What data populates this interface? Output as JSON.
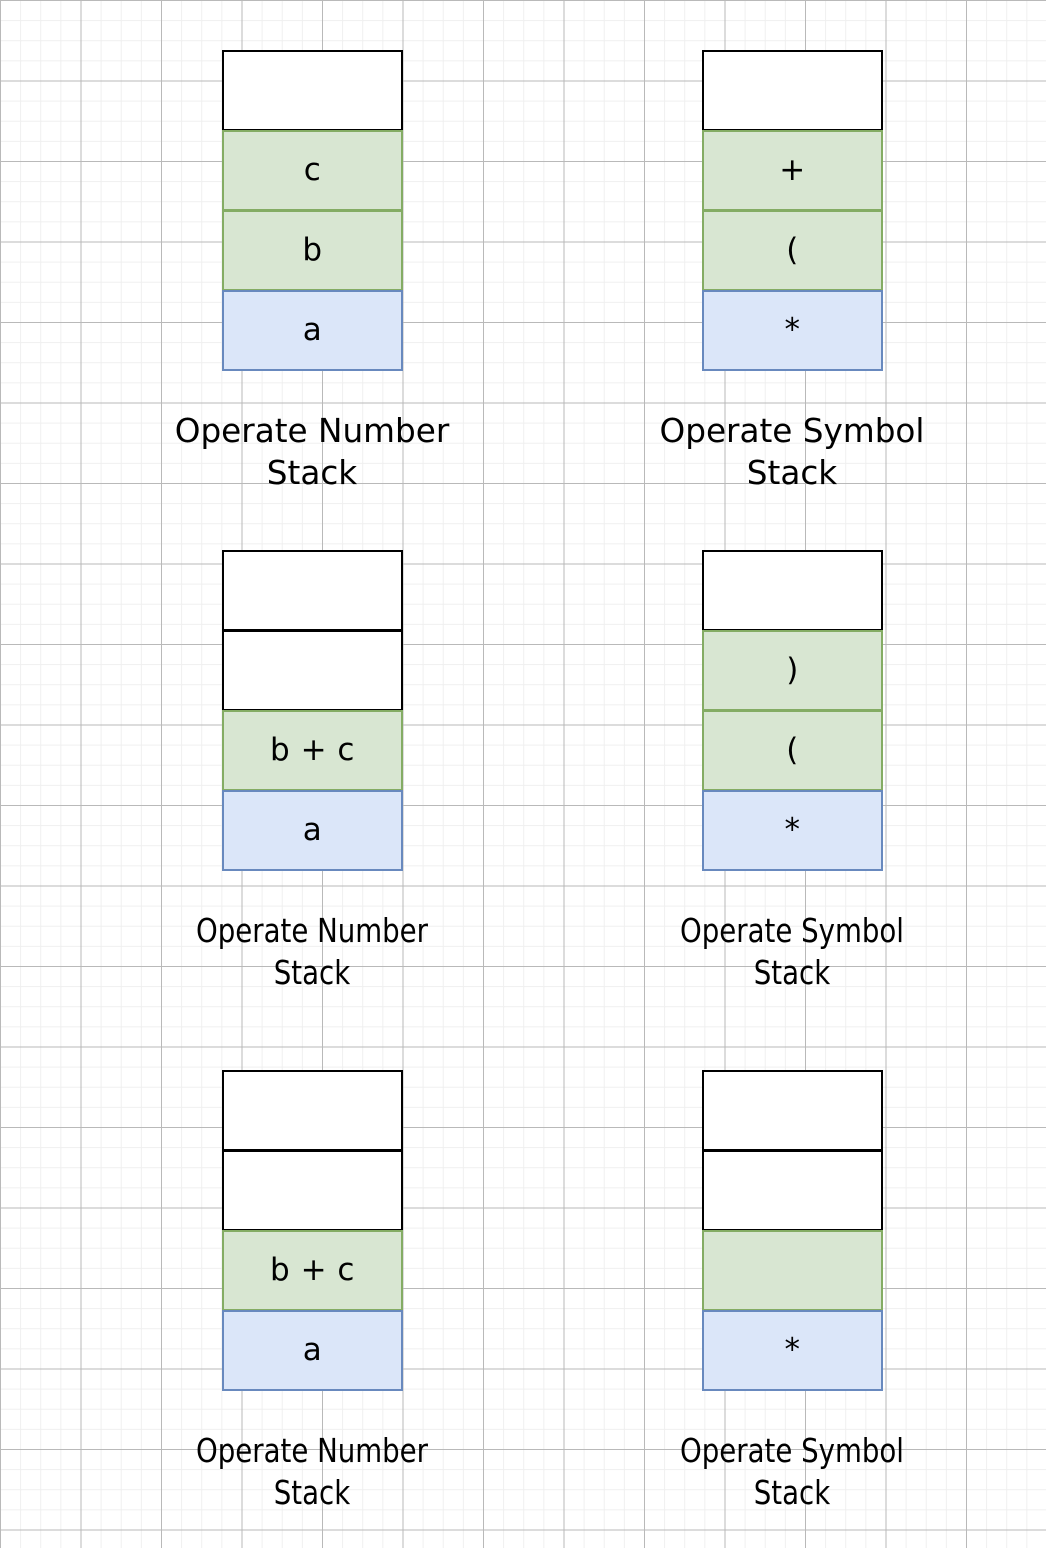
{
  "diagram": {
    "title": "Operate Number Stack / Operate Symbol Stack evolution",
    "colors": {
      "green_fill": "#d8e6d2",
      "green_border": "#84ac64",
      "blue_fill": "#dbe6f9",
      "blue_border": "#6889be",
      "empty_fill": "#ffffff",
      "empty_border": "#000000",
      "grid_minor": "#efefef",
      "grid_major": "#b9b9b9",
      "text": "#000000"
    },
    "groups": [
      {
        "id": "step-1",
        "font_style": "round",
        "number_stack": {
          "caption": "Operate Number\nStack",
          "cells": [
            {
              "text": "",
              "style": "empty"
            },
            {
              "text": "c",
              "style": "green"
            },
            {
              "text": "b",
              "style": "green"
            },
            {
              "text": "a",
              "style": "blue"
            }
          ]
        },
        "symbol_stack": {
          "caption": "Operate Symbol\nStack",
          "cells": [
            {
              "text": "",
              "style": "empty"
            },
            {
              "text": "+",
              "style": "green"
            },
            {
              "text": "(",
              "style": "green"
            },
            {
              "text": "*",
              "style": "blue"
            }
          ]
        }
      },
      {
        "id": "step-2",
        "font_style": "narrow",
        "number_stack": {
          "caption": "Operate Number\nStack",
          "cells": [
            {
              "text": "",
              "style": "empty"
            },
            {
              "text": "",
              "style": "empty"
            },
            {
              "text": "b + c",
              "style": "green"
            },
            {
              "text": "a",
              "style": "blue"
            }
          ]
        },
        "symbol_stack": {
          "caption": "Operate Symbol\nStack",
          "cells": [
            {
              "text": "",
              "style": "empty"
            },
            {
              "text": ")",
              "style": "green"
            },
            {
              "text": "(",
              "style": "green"
            },
            {
              "text": "*",
              "style": "blue"
            }
          ]
        }
      },
      {
        "id": "step-3",
        "font_style": "narrow",
        "number_stack": {
          "caption": "Operate Number\nStack",
          "cells": [
            {
              "text": "",
              "style": "empty"
            },
            {
              "text": "",
              "style": "empty"
            },
            {
              "text": "b + c",
              "style": "green"
            },
            {
              "text": "a",
              "style": "blue"
            }
          ]
        },
        "symbol_stack": {
          "caption": "Operate Symbol\nStack",
          "cells": [
            {
              "text": "",
              "style": "empty"
            },
            {
              "text": "",
              "style": "empty"
            },
            {
              "text": "",
              "style": "green"
            },
            {
              "text": "*",
              "style": "blue"
            }
          ]
        }
      }
    ]
  }
}
